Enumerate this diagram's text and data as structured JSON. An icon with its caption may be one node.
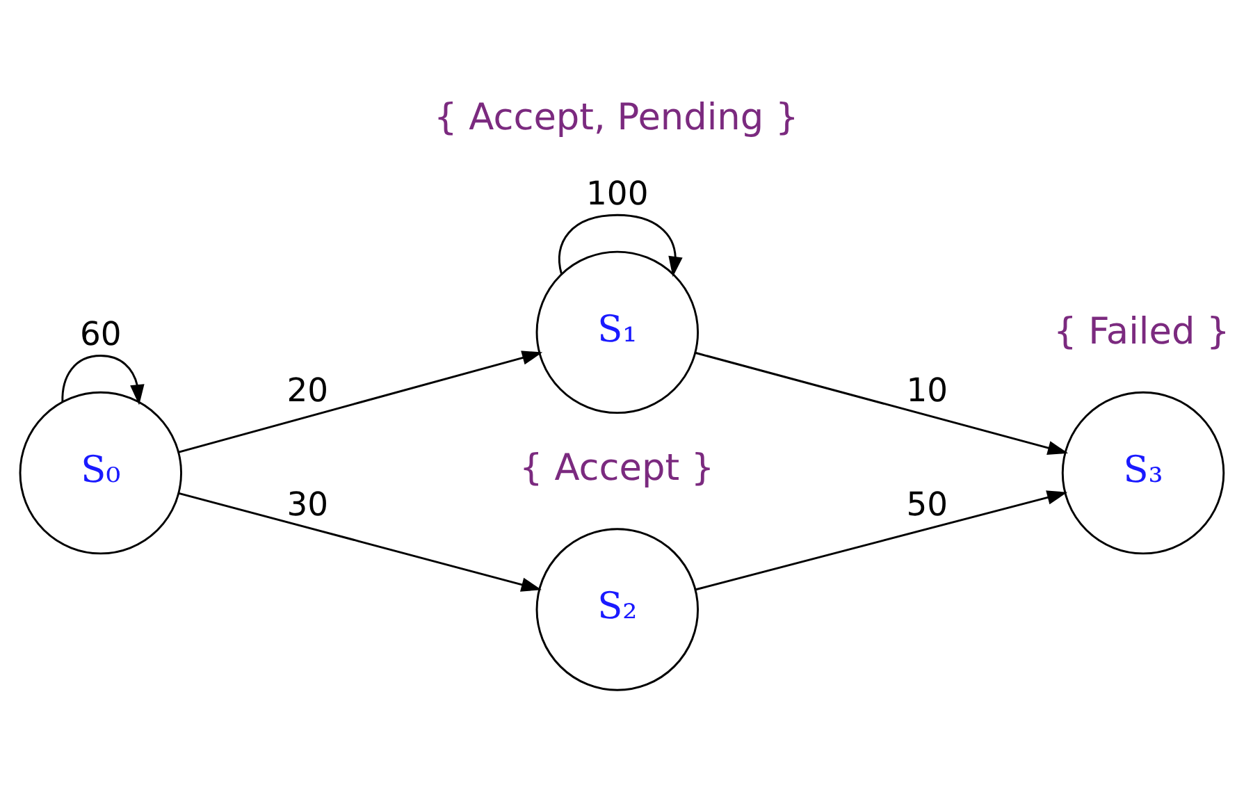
{
  "diagram": {
    "nodes": [
      {
        "text": [
          "S₀"
        ]
      },
      {
        "text": [
          "S₁"
        ],
        "beside": [
          "{ Accept, Pending }"
        ]
      },
      {
        "text": [
          "S₂"
        ],
        "beside": [
          "{ Accept }"
        ]
      },
      {
        "text": [
          "S₃"
        ],
        "beside": [
          "{ Failed }"
        ]
      }
    ],
    "edges": [
      {
        "from": 0,
        "to": 0,
        "arrow": "to",
        "label": "60"
      },
      {
        "from": 0,
        "to": 1,
        "arrow": "to",
        "label": "20"
      },
      {
        "from": 1,
        "to": 1,
        "arrow": "to",
        "label": "100"
      },
      {
        "from": 1,
        "to": 3,
        "arrow": "to",
        "label": "10"
      },
      {
        "from": 0,
        "to": 2,
        "arrow": "to",
        "label": "30"
      },
      {
        "from": 2,
        "to": 3,
        "arrow": "to",
        "label": "50"
      }
    ]
  }
}
